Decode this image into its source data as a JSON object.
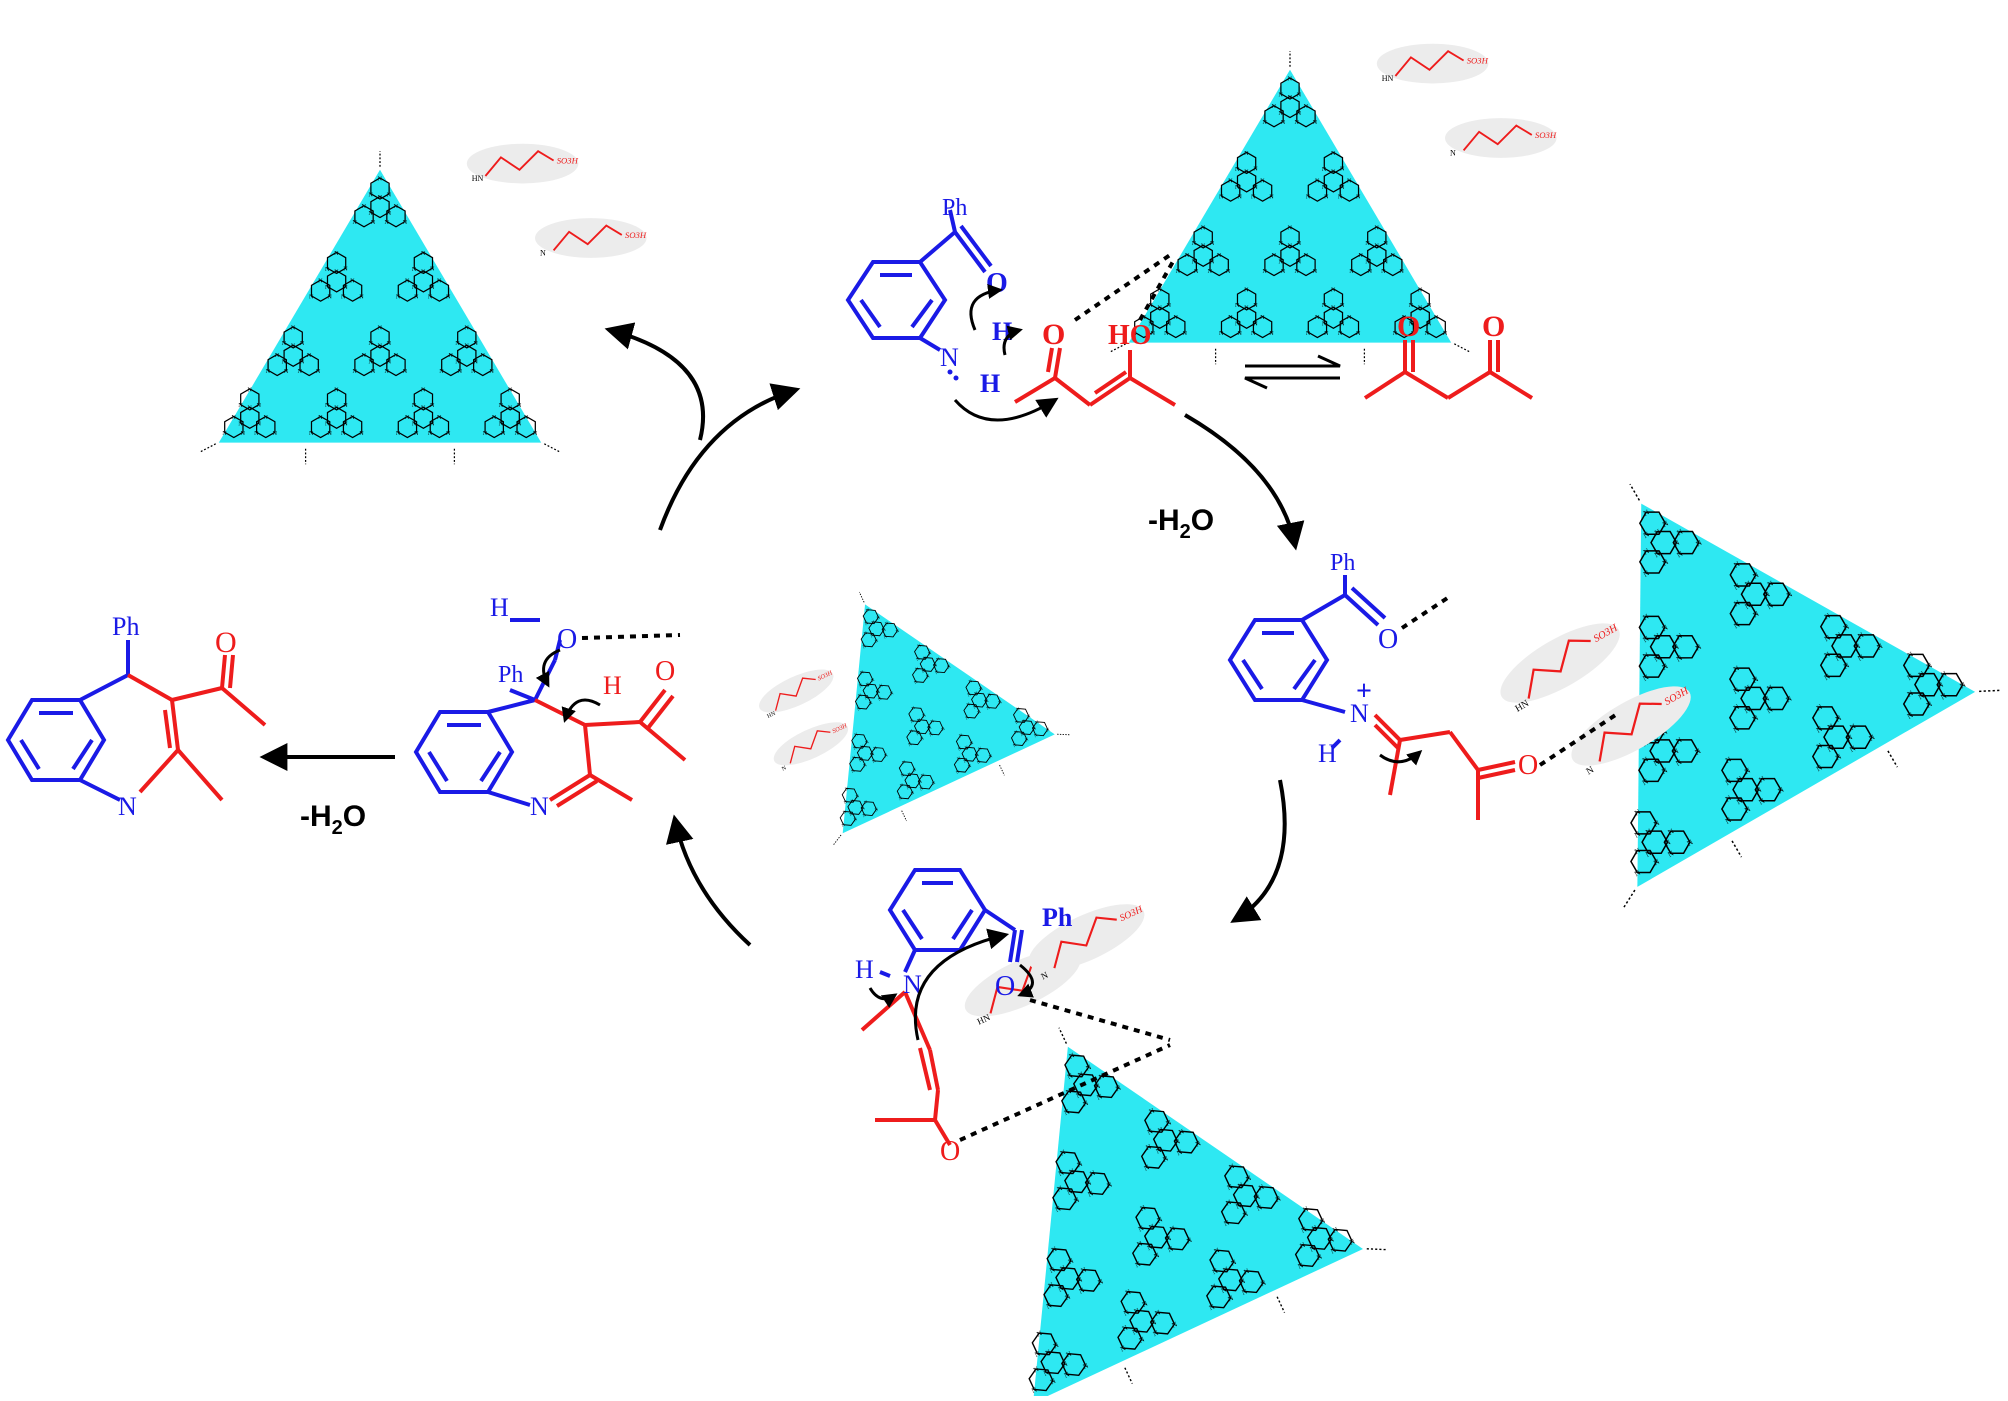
{
  "colors": {
    "support_fill": "#2ee8f2",
    "support_ring": "#ffffff",
    "bond_black": "#000000",
    "reactant_blue": "#1a1ae6",
    "reactant_red": "#ee1c1c",
    "halo": "#ececec"
  },
  "labels": {
    "ph": "Ph",
    "ph_bold": "Ph",
    "o": "O",
    "h": "H",
    "n": "N",
    "ho": "HO",
    "plus": "+",
    "nh": "NH",
    "hn": "HN",
    "n_atom": "N",
    "so3h": "SO3H"
  },
  "step_labels": {
    "dehydration_right": "-H2O",
    "dehydration_left": "-H2O"
  }
}
